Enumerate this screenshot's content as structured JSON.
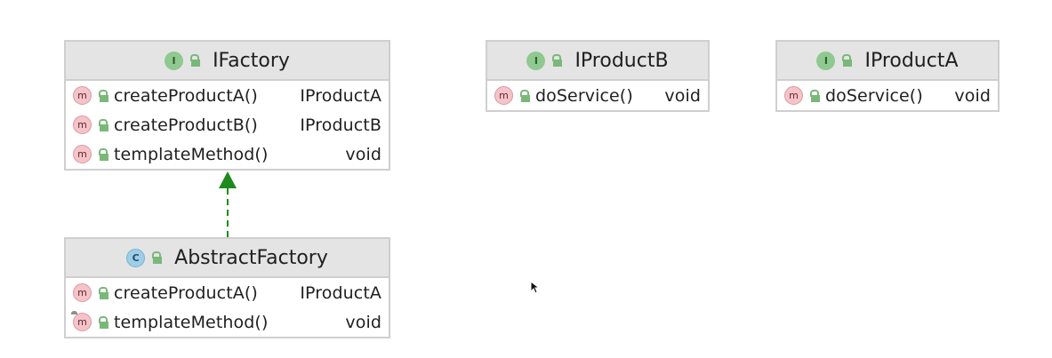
{
  "classes": {
    "ifactory": {
      "kind": "I",
      "name": "IFactory",
      "methods": [
        {
          "name": "createProductA()",
          "type": "IProductA"
        },
        {
          "name": "createProductB()",
          "type": "IProductB"
        },
        {
          "name": "templateMethod()",
          "type": "void"
        }
      ]
    },
    "abstract_factory": {
      "kind": "C",
      "name": "AbstractFactory",
      "methods": [
        {
          "name": "createProductA()",
          "type": "IProductA"
        },
        {
          "name": "templateMethod()",
          "type": "void"
        }
      ]
    },
    "iproduct_b": {
      "kind": "I",
      "name": "IProductB",
      "methods": [
        {
          "name": "doService()",
          "type": "void"
        }
      ]
    },
    "iproduct_a": {
      "kind": "I",
      "name": "IProductA",
      "methods": [
        {
          "name": "doService()",
          "type": "void"
        }
      ]
    }
  },
  "method_badge": "m",
  "relations": [
    {
      "from": "AbstractFactory",
      "to": "IFactory",
      "type": "realization",
      "color": "#1e8a1e"
    }
  ]
}
